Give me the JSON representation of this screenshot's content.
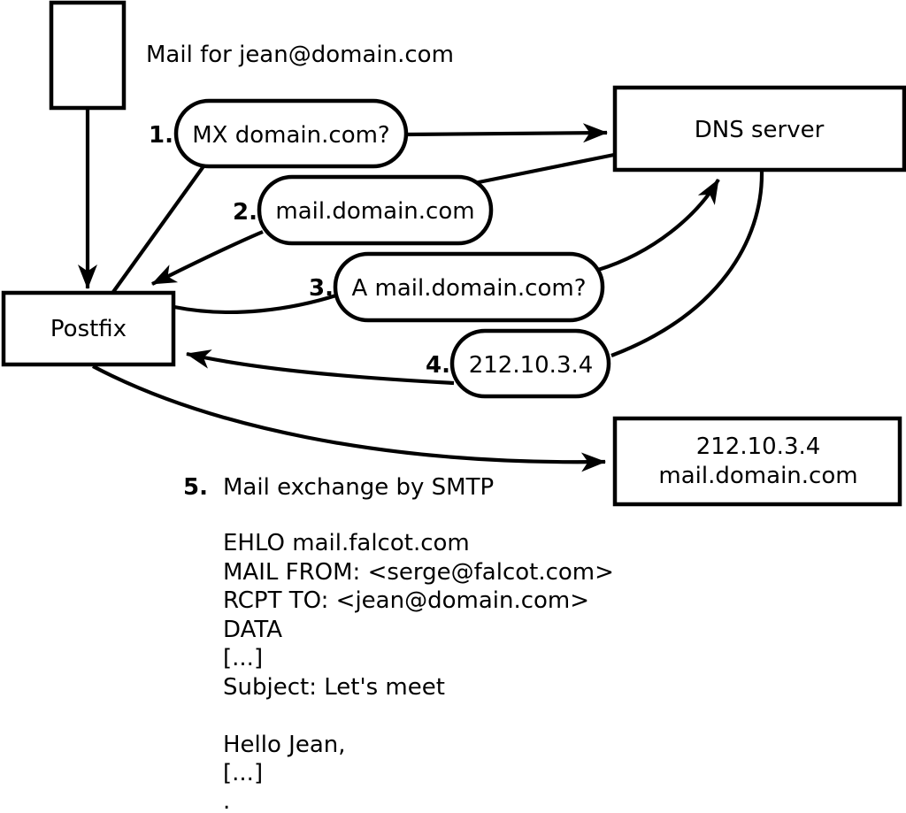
{
  "title": "Mail for jean@domain.com",
  "colors": {
    "background": "#ffffff",
    "stroke": "#000000"
  },
  "nodes": {
    "postfix": {
      "label": "Postfix"
    },
    "dns": {
      "label": "DNS server"
    },
    "destination": {
      "line1": "212.10.3.4",
      "line2": "mail.domain.com"
    }
  },
  "steps": [
    {
      "num": "1.",
      "label": "MX domain.com?"
    },
    {
      "num": "2.",
      "label": "mail.domain.com"
    },
    {
      "num": "3.",
      "label": "A mail.domain.com?"
    },
    {
      "num": "4.",
      "label": "212.10.3.4"
    },
    {
      "num": "5.",
      "label": "Mail exchange by SMTP"
    }
  ],
  "smtp_session": {
    "lines": [
      "EHLO mail.falcot.com",
      "MAIL FROM: <serge@falcot.com>",
      "RCPT TO: <jean@domain.com>",
      "DATA",
      "[...]",
      "Subject: Let's meet",
      "",
      "Hello Jean,",
      "[...]",
      "."
    ]
  }
}
